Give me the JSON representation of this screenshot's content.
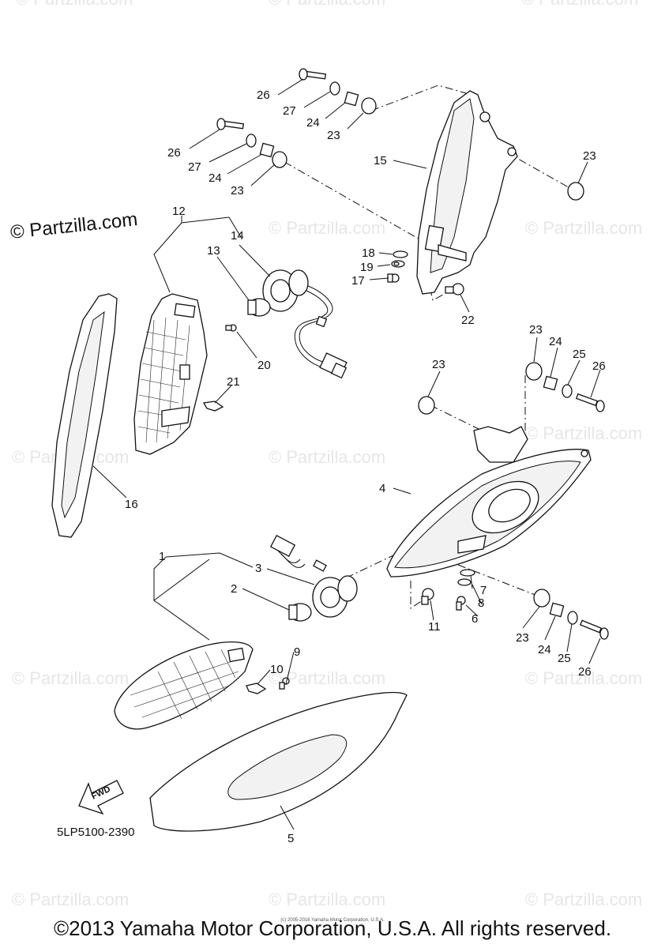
{
  "watermark": {
    "text": "© Partzilla.com"
  },
  "logo": {
    "text": "© Partzilla.com"
  },
  "diagram_code": "5LP5100-2390",
  "fwd_label": "FWD",
  "labels": {
    "l1": "1",
    "l2": "2",
    "l3": "3",
    "l4": "4",
    "l5": "5",
    "l6": "6",
    "l7": "7",
    "l8": "8",
    "l9": "9",
    "l10": "10",
    "l11": "11",
    "l12": "12",
    "l13": "13",
    "l14": "14",
    "l15": "15",
    "l16": "16",
    "l17": "17",
    "l18": "18",
    "l19": "19",
    "l20": "20",
    "l21": "21",
    "l22": "22",
    "l23a": "23",
    "l23b": "23",
    "l23c": "23",
    "l23d": "23",
    "l23e": "23",
    "l23f": "23",
    "l24a": "24",
    "l24b": "24",
    "l24c": "24",
    "l24d": "24",
    "l25a": "25",
    "l25b": "25",
    "l26a": "26",
    "l26b": "26",
    "l26c": "26",
    "l26d": "26",
    "l27a": "27",
    "l27b": "27"
  },
  "small_copyright": "(c) 2005-2016 Yamaha Motor Corporation, U.S.A.",
  "copyright": "©2013 Yamaha Motor Corporation, U.S.A. All rights reserved."
}
